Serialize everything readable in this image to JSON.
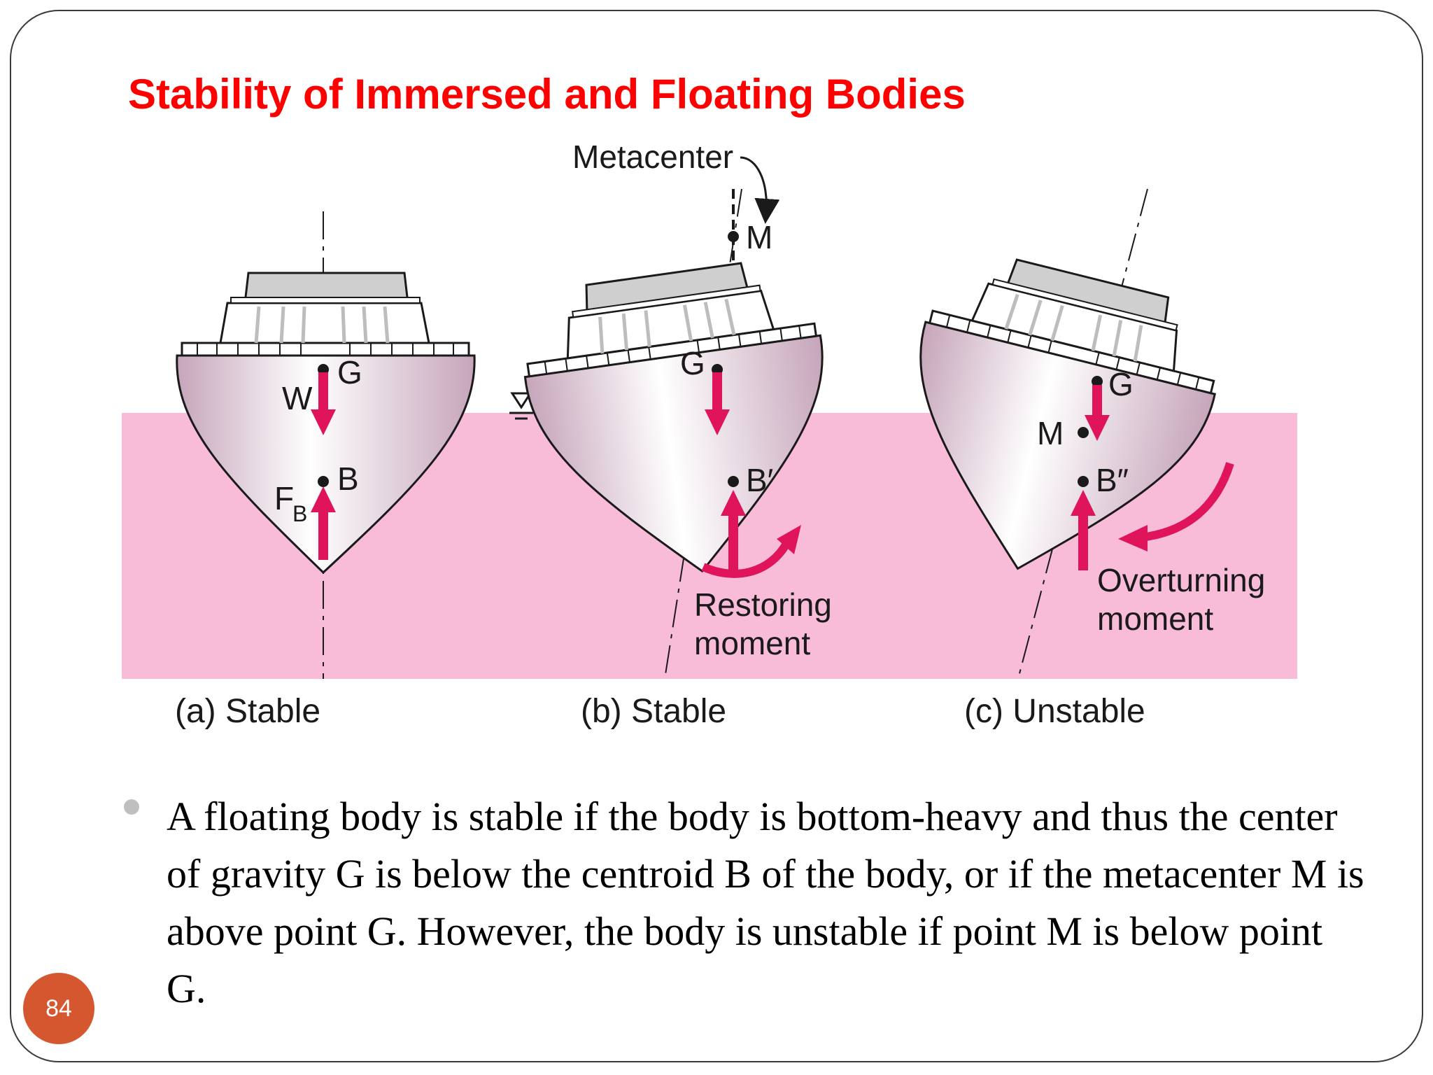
{
  "slide": {
    "title": "Stability of Immersed and Floating Bodies",
    "page_number": "84",
    "bullet": "A floating body is stable if the body is bottom-heavy and thus the center of gravity G is below the centroid B of the body, or if the metacenter M is above point G. However, the body is unstable if point M is below point G."
  },
  "figure": {
    "metacenter_label": "Metacenter",
    "panels": [
      {
        "caption": "(a) Stable",
        "labels": {
          "W": "W",
          "G": "G",
          "B": "B",
          "FB_main": "F",
          "FB_sub": "B"
        }
      },
      {
        "caption": "(b) Stable",
        "labels": {
          "G": "G",
          "M": "M",
          "B": "B′"
        },
        "moment_line1": "Restoring",
        "moment_line2": "moment"
      },
      {
        "caption": "(c) Unstable",
        "labels": {
          "G": "G",
          "M": "M",
          "B": "B″"
        },
        "moment_line1": "Overturning",
        "moment_line2": "moment"
      }
    ],
    "colors": {
      "water": "#f8bcd8",
      "arrow": "#e0145a",
      "hull_light": "#ffffff",
      "hull_dark": "#c9a9bd",
      "deck_gray": "#cfcfcf"
    }
  }
}
